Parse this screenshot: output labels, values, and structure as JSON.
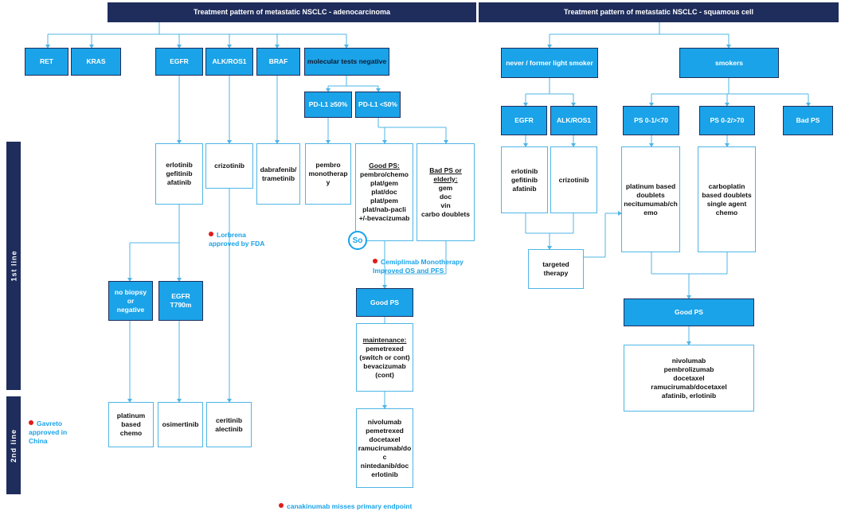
{
  "headers": {
    "adeno": "Treatment pattern of metastatic NSCLC - adenocarcinoma",
    "squamous": "Treatment pattern of metastatic NSCLC - squamous cell"
  },
  "side_labels": {
    "first_line": "1st line",
    "second_line": "2nd line"
  },
  "adeno": {
    "ret": "RET",
    "kras": "KRAS",
    "egfr": "EGFR",
    "alk_ros1": "ALK/ROS1",
    "braf": "BRAF",
    "mol_neg": "molecular tests negative",
    "pdl1_high": "PD-L1 ≥50%",
    "pdl1_low": "PD-L1 <50%",
    "egfr_tx": "erlotinib\ngefitinib\nafatinib",
    "alk_tx": "crizotinib",
    "braf_tx": "dabrafenib/\ntrametinib",
    "pembro_tx": "pembro\nmonotherap\ny",
    "good_ps_title": "Good PS:",
    "good_ps_tx": "pembro/chemo\nplat/gem\nplat/doc\nplat/pem\nplat/nab-pacli\n+/-bevacizumab",
    "bad_ps_title": "Bad PS or\nelderly:",
    "bad_ps_tx": "gem\ndoc\nvin\ncarbo doublets",
    "no_biopsy": "no biopsy or\nnegative",
    "egfr_t790m": "EGFR T790m",
    "good_ps_box": "Good PS",
    "maint_title": "maintenance:",
    "maint_tx": "pemetrexed\n(switch or cont)\nbevacizumab\n(cont)",
    "plat_chemo": "platinum\nbased chemo",
    "osimertinib": "osimertinib",
    "ceritinib": "ceritinib\nalectinib",
    "second_line_tx": "nivolumab\npemetrexed\ndocetaxel\nramucirumab/do\nc\nnintedanib/doc\nerlotinib",
    "so_badge": "So"
  },
  "squam": {
    "never_smoker": "never / former light smoker",
    "smokers": "smokers",
    "egfr": "EGFR",
    "alk_ros1": "ALK/ROS1",
    "ps01": "PS 0-1/<70",
    "ps02": "PS 0-2/>70",
    "bad_ps": "Bad PS",
    "egfr_tx": "erlotinib\ngefitinib\nafatinib",
    "alk_tx": "crizotinib",
    "plat_doublets": "platinum based\ndoublets\nnecitumumab/ch\nemo",
    "carbo_doublets": "carboplatin\nbased doublets\nsingle agent\nchemo",
    "targeted": "targeted\ntherapy",
    "good_ps": "Good PS",
    "second_tx": "nivolumab\npembrolizumab\ndocetaxel\nramucirumab/docetaxel\nafatinib, erlotinib"
  },
  "notes": {
    "lorbrena": "Lorbrena\napproved by FDA",
    "cemiplimab": "Cemiplimab Monotherapy\nImproved OS and PFS",
    "gavreto": "Gavreto\napproved  in\nChina",
    "canakinumab": "canakinumab misses primary endpoint"
  },
  "colors": {
    "navy": "#1f2d5c",
    "blue": "#1aa3e8",
    "line": "#4fb5e6",
    "note": "#1aa3e8",
    "dot": "#e01b1b"
  }
}
